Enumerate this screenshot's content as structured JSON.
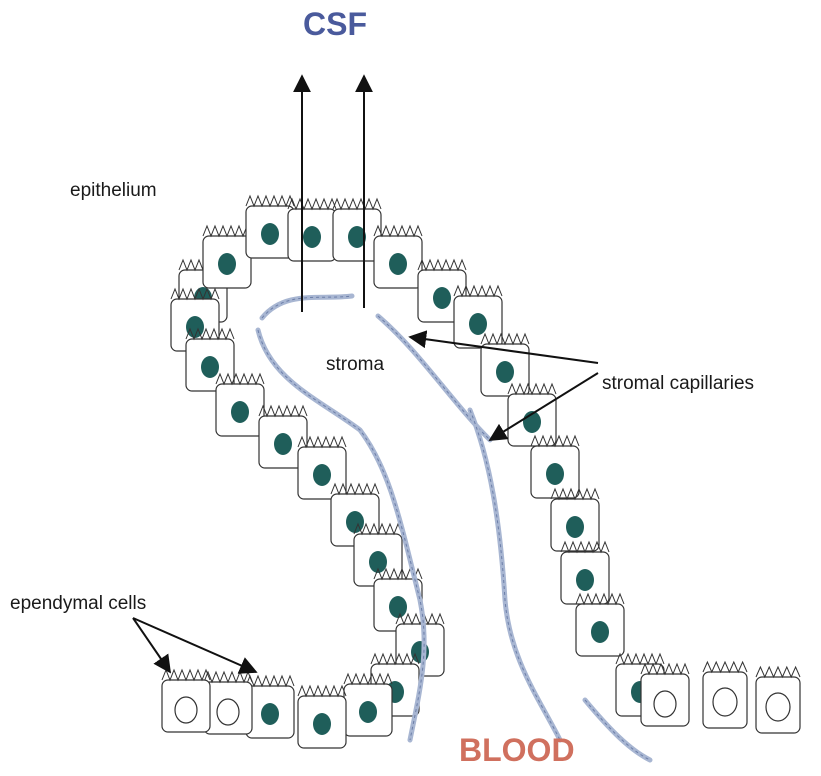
{
  "labels": {
    "csf": "CSF",
    "blood": "BLOOD",
    "epithelium": "epithelium",
    "stroma": "stroma",
    "stromal_capillaries": "stromal capillaries",
    "ependymal_cells": "ependymal cells"
  },
  "colors": {
    "csf": "#4a5a9c",
    "blood": "#d0705e",
    "nucleus": "#1f5e5a",
    "capillary": "#a8b6d2",
    "outline": "#333333"
  }
}
